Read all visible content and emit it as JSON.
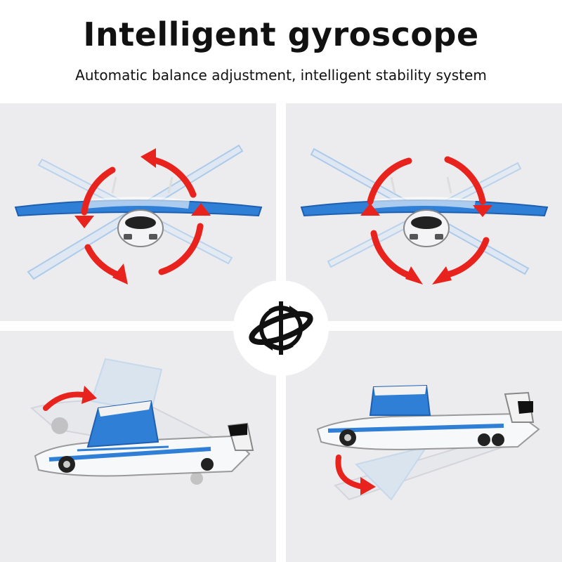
{
  "header": {
    "title": "Intelligent gyroscope",
    "subtitle": "Automatic balance adjustment, intelligent stability system"
  },
  "colors": {
    "background": "#ffffff",
    "panel": "#ececee",
    "arrow": "#e8231e",
    "wing_blue": "#2f7fd6",
    "icon": "#111111"
  },
  "panels": [
    {
      "name": "roll-left-panel",
      "icon": "red-rotation-arrows-icon"
    },
    {
      "name": "roll-right-panel",
      "icon": "red-rotation-arrows-icon"
    },
    {
      "name": "pitch-up-panel",
      "icon": "red-curved-arrow-icon"
    },
    {
      "name": "pitch-down-panel",
      "icon": "red-curved-arrow-icon"
    }
  ],
  "center_icon": "gyroscope-icon"
}
